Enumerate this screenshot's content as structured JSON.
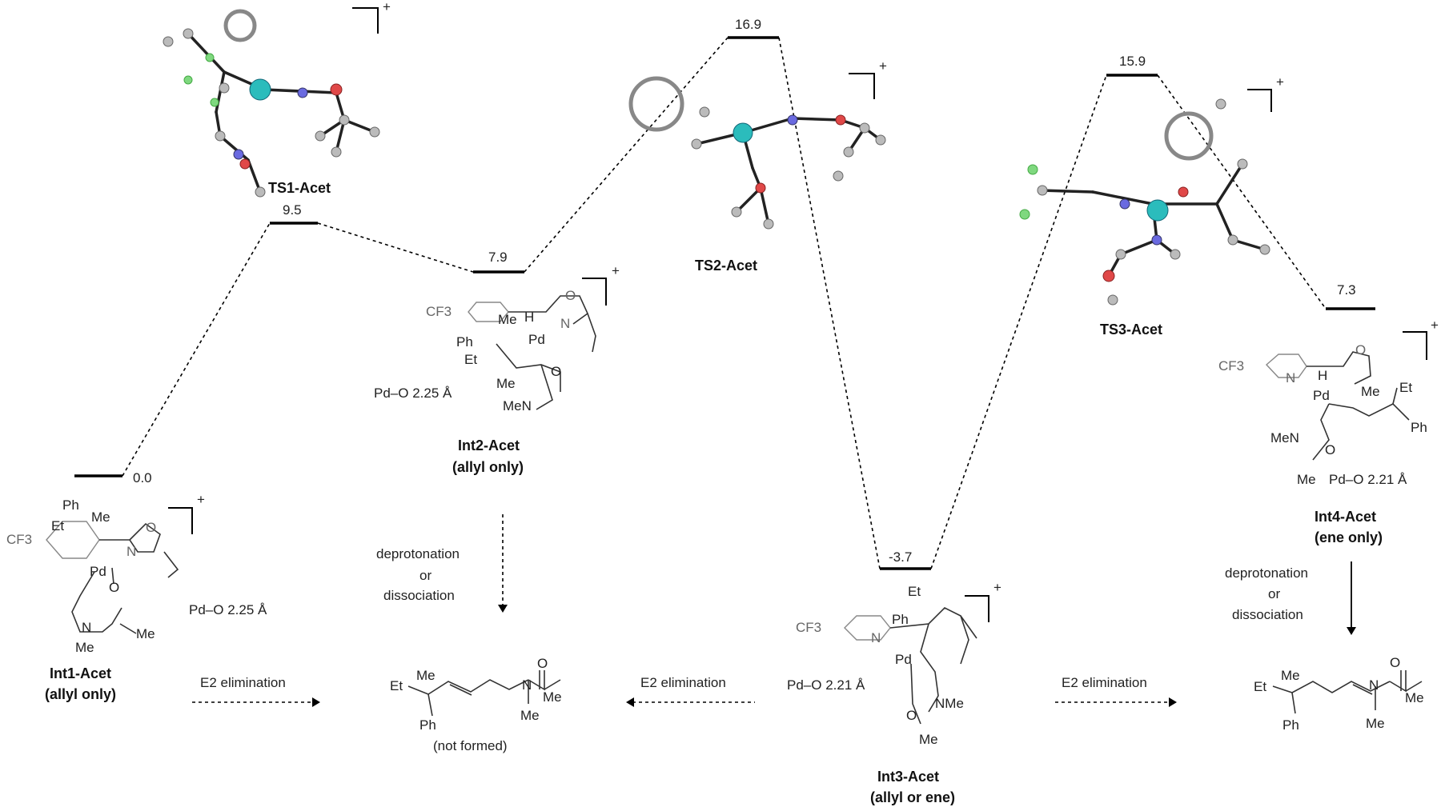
{
  "energy_levels": [
    {
      "id": "int1",
      "energy": "0.0"
    },
    {
      "id": "ts1",
      "energy": "9.5"
    },
    {
      "id": "int2",
      "energy": "7.9"
    },
    {
      "id": "ts2",
      "energy": "16.9"
    },
    {
      "id": "int3",
      "energy": "-3.7"
    },
    {
      "id": "ts3",
      "energy": "15.9"
    },
    {
      "id": "int4",
      "energy": "7.3"
    }
  ],
  "labels": {
    "ts1": "TS1-Acet",
    "ts2": "TS2-Acet",
    "ts3": "TS3-Acet",
    "int1": "Int1-Acet",
    "int1_sub": "(allyl only)",
    "int2": "Int2-Acet",
    "int2_sub": "(allyl only)",
    "int3": "Int3-Acet",
    "int3_sub": "(allyl or ene)",
    "int4": "Int4-Acet",
    "int4_sub": "(ene only)"
  },
  "distances": {
    "int1": "Pd–O 2.25 Å",
    "int2": "Pd–O 2.25 Å",
    "int3": "Pd–O 2.21 Å",
    "int4": "Pd–O 2.21 Å"
  },
  "charge": "+",
  "atoms": {
    "cf3": "CF3",
    "ph": "Ph",
    "et": "Et",
    "me": "Me",
    "pd": "Pd",
    "h": "H",
    "o": "O",
    "n": "N",
    "men": "MeN",
    "nme": "NMe"
  },
  "steps": {
    "deprotonation": "deprotonation",
    "or": "or",
    "dissociation": "dissociation",
    "e2": "E2 elimination",
    "not_formed": "(not formed)"
  }
}
